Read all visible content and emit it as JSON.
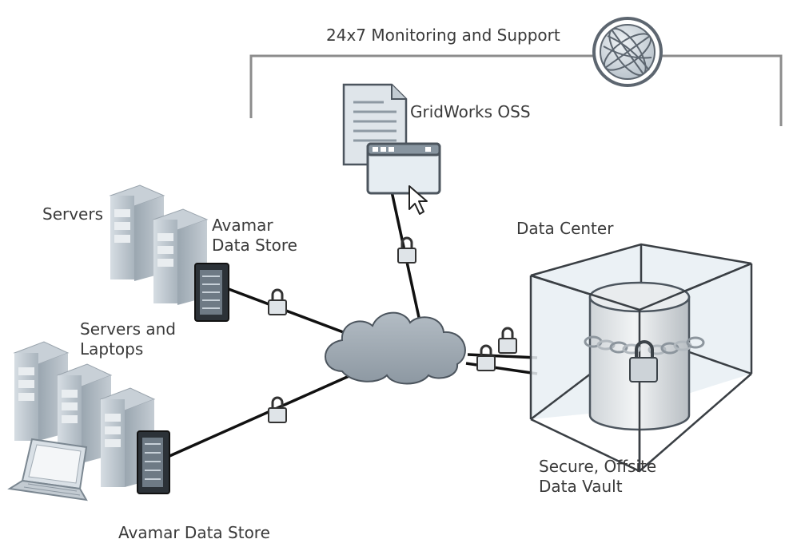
{
  "labels": {
    "monitoring": "24x7 Monitoring and Support",
    "gridworks": "GridWorks OSS",
    "servers": "Servers",
    "avamar_top_line1": "Avamar",
    "avamar_top_line2": "Data Store",
    "servers_laptops_line1": "Servers and",
    "servers_laptops_line2": "Laptops",
    "data_center": "Data Center",
    "vault_line1": "Secure, Offsite",
    "vault_line2": "Data Vault",
    "avamar_bottom": "Avamar Data Store"
  },
  "icons": [
    "globe-icon",
    "document-icon",
    "browser-window-icon",
    "cursor-icon",
    "server-tower-icon",
    "laptop-icon",
    "cloud-icon",
    "padlock-icon",
    "chain-icon",
    "cylinder-vault-icon",
    "glass-cube-icon"
  ],
  "colors": {
    "line": "#111111",
    "bracket": "#8c8c8c",
    "server_fill": "#b9c3cc",
    "cloud_fill": "#9ba5ae",
    "cube_fill": "#e4edf1",
    "text": "#3a3a3a"
  }
}
